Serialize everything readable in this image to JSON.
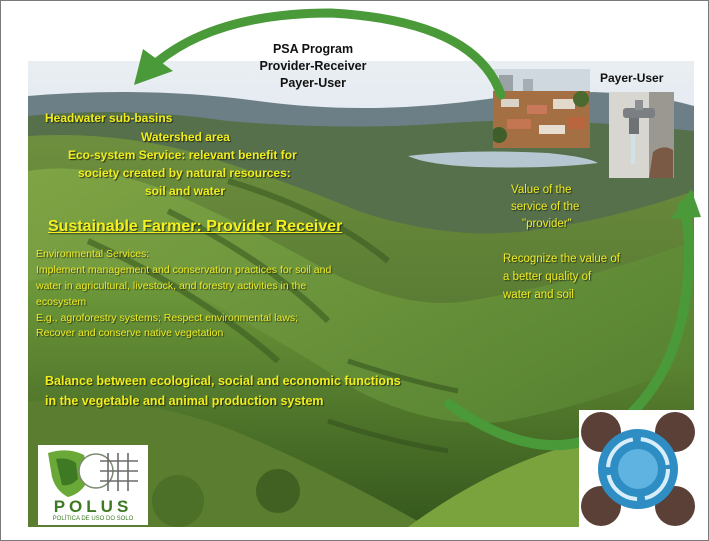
{
  "top_program": {
    "line1": "PSA Program",
    "line2": "Provider-Receiver",
    "line3": "Payer-User"
  },
  "payer_user_label": "Payer-User",
  "watershed": {
    "line1": "Headwater sub-basins",
    "line2": "Watershed area",
    "line3": "Eco-system Service: relevant benefit for",
    "line4": "society created by natural resources:",
    "line5": "soil and water"
  },
  "farmer_heading": "Sustainable Farmer: Provider Receiver",
  "environmental_services": {
    "line1": "Environmental Services:",
    "line2": "Implement management and conservation practices for soil and",
    "line3": "water in agricultural, livestock, and forestry activities in the",
    "line4": "ecosystem",
    "line5": "E.g., agroforestry systems; Respect environmental laws;",
    "line6": "Recover and conserve native vegetation"
  },
  "value_text": {
    "line1": "Value of the",
    "line2": "service of the",
    "line3": "\"provider\""
  },
  "recognize_text": {
    "line1": "Recognize the value of",
    "line2": "a better quality  of",
    "line3": "water and soil"
  },
  "balance_text": {
    "line1": "Balance between ecological, social and economic functions",
    "line2": "in the vegetable and animal production system"
  },
  "polus_logo": {
    "name": "POLUS",
    "subtitle": "POLÍTICA DE USO DO SOLO"
  },
  "colors": {
    "yellow_text": "#f2ee1e",
    "arrow_green": "#4a9a3a",
    "heading_yellow": "#f5f020"
  }
}
